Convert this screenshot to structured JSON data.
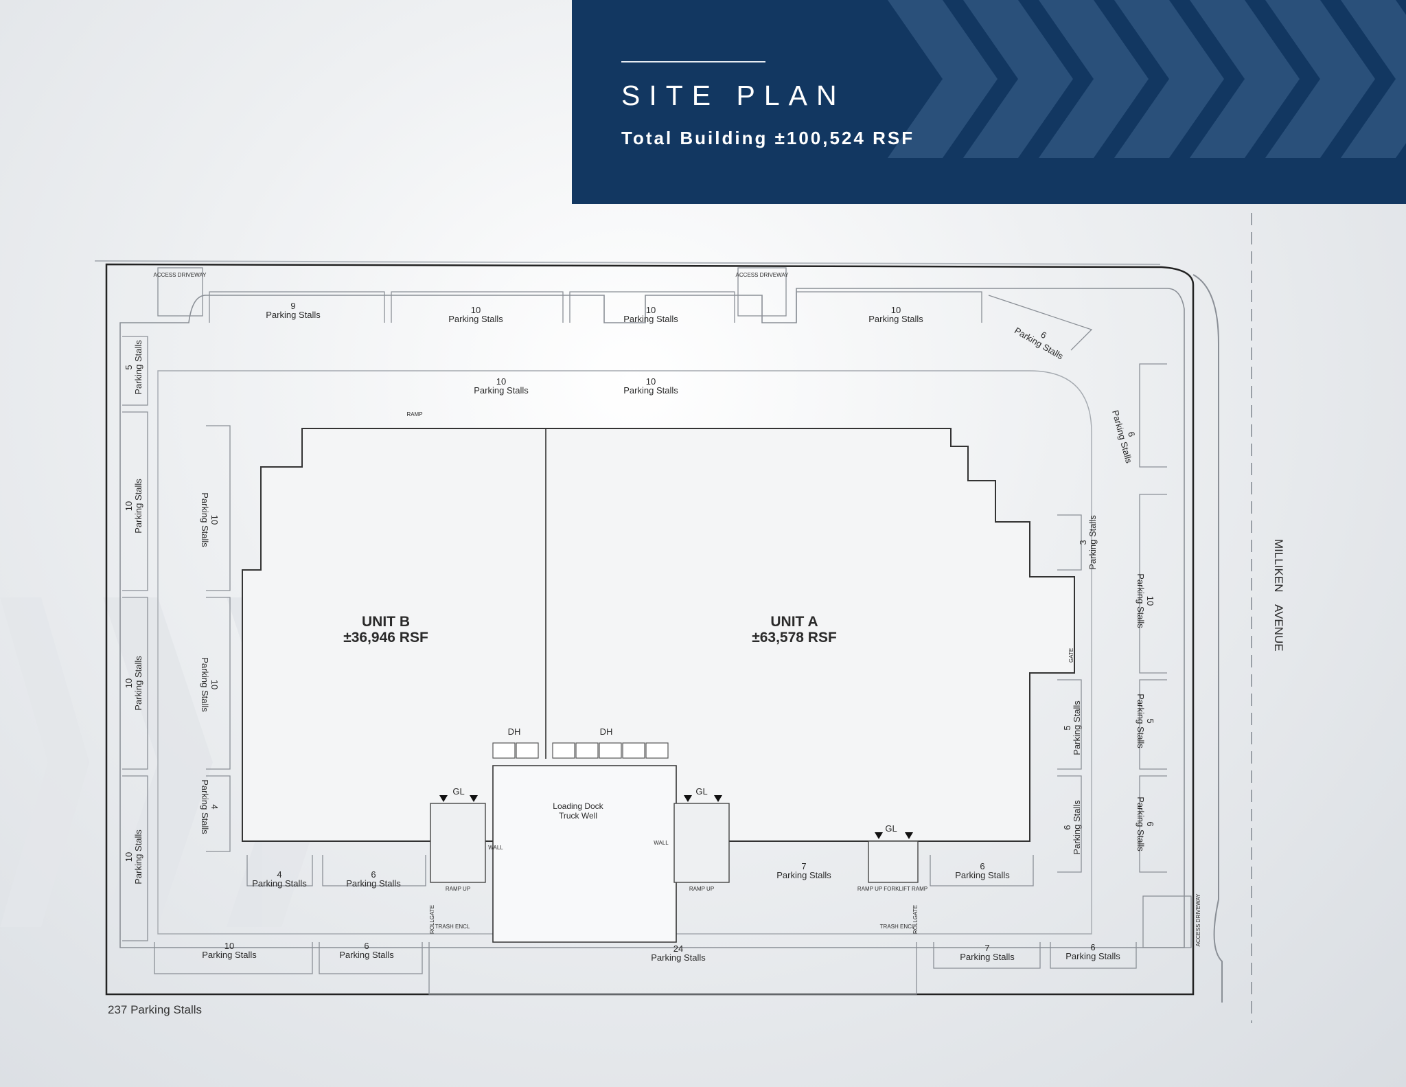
{
  "header": {
    "title": "SITE PLAN",
    "subtitle": "Total Building ±100,524 RSF"
  },
  "colors": {
    "header_bg": "#123761",
    "chevron": "#2f557f",
    "linework": "#7a7f86"
  },
  "street": {
    "name_a": "MILLIKEN",
    "name_b": "AVENUE"
  },
  "units": [
    {
      "name": "UNIT B",
      "area": "±36,946 RSF"
    },
    {
      "name": "UNIT A",
      "area": "±63,578 RSF"
    }
  ],
  "parking_top": [
    {
      "count": "9",
      "label": "Parking Stalls"
    },
    {
      "count": "10",
      "label": "Parking Stalls"
    },
    {
      "count": "10",
      "label": "Parking Stalls"
    },
    {
      "count": "10",
      "label": "Parking Stalls"
    },
    {
      "count": "6",
      "label": "Parking Stalls"
    }
  ],
  "parking_inner_top": [
    {
      "count": "10",
      "label": "Parking Stalls"
    },
    {
      "count": "10",
      "label": "Parking Stalls"
    }
  ],
  "parking_left_outer": [
    {
      "count": "5",
      "label": "Parking Stalls"
    },
    {
      "count": "10",
      "label": "Parking Stalls"
    },
    {
      "count": "10",
      "label": "Parking Stalls"
    },
    {
      "count": "10",
      "label": "Parking Stalls"
    }
  ],
  "parking_left_inner": [
    {
      "count": "10",
      "label": "Parking Stalls"
    },
    {
      "count": "10",
      "label": "Parking Stalls"
    },
    {
      "count": "4",
      "label": "Parking Stalls"
    }
  ],
  "parking_right_outer": [
    {
      "count": "6",
      "label": "Parking Stalls"
    },
    {
      "count": "10",
      "label": "Parking Stalls"
    },
    {
      "count": "5",
      "label": "Parking Stalls"
    },
    {
      "count": "6",
      "label": "Parking Stalls"
    }
  ],
  "parking_right_inner": [
    {
      "count": "3",
      "label": "Parking Stalls"
    },
    {
      "count": "5",
      "label": "Parking Stalls"
    },
    {
      "count": "6",
      "label": "Parking Stalls"
    }
  ],
  "parking_south_inner": [
    {
      "count": "4",
      "label": "Parking Stalls"
    },
    {
      "count": "6",
      "label": "Parking Stalls"
    },
    {
      "count": "7",
      "label": "Parking Stalls"
    },
    {
      "count": "6",
      "label": "Parking Stalls"
    }
  ],
  "parking_south_outer": [
    {
      "count": "10",
      "label": "Parking Stalls"
    },
    {
      "count": "6",
      "label": "Parking Stalls"
    },
    {
      "count": "24",
      "label": "Parking Stalls"
    },
    {
      "count": "7",
      "label": "Parking Stalls"
    },
    {
      "count": "6",
      "label": "Parking Stalls"
    }
  ],
  "features": {
    "access_driveway": "ACCESS DRIVEWAY",
    "loading_dock": "Loading Dock",
    "truck_well": "Truck Well",
    "dh": "DH",
    "gl": "GL",
    "wall": "WALL",
    "ramp_up": "RAMP UP",
    "ramp_up_forklift": "RAMP UP FORKLIFT RAMP",
    "trash_encl": "TRASH ENCL",
    "rollgate": "ROLLGATE",
    "ramp": "RAMP",
    "gate": "GATE"
  },
  "footer": {
    "total_stalls": "237 Parking Stalls"
  }
}
